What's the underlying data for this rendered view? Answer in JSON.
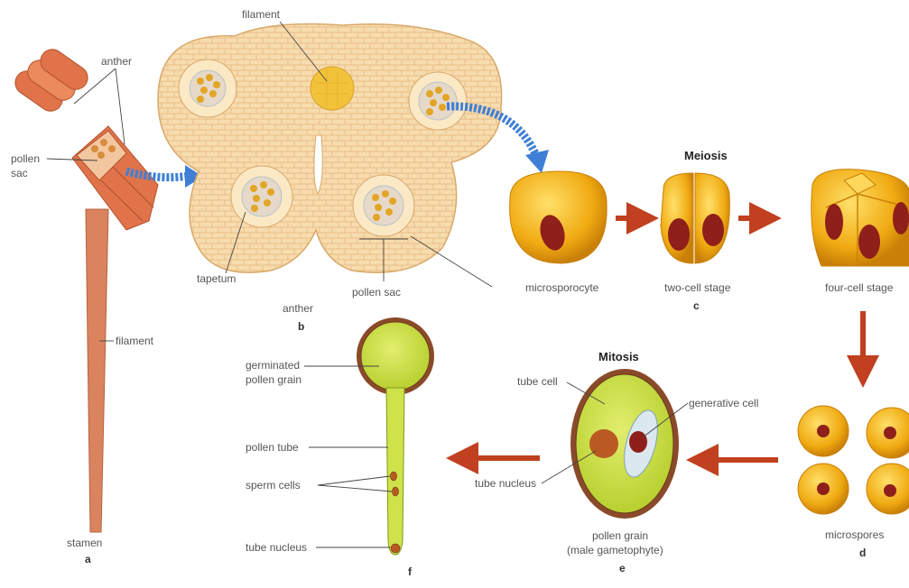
{
  "labels": {
    "anther_top": "anther",
    "pollen_sac_left": "pollen\nsac",
    "filament_stamen": "filament",
    "stamen": "stamen",
    "panel_a": "a",
    "filament_b": "filament",
    "tapetum": "tapetum",
    "pollen_sac_b": "pollen sac",
    "anther_b": "anther",
    "panel_b": "b",
    "meiosis": "Meiosis",
    "microsporocyte": "microsporocyte",
    "two_cell": "two-cell stage",
    "panel_c": "c",
    "four_cell": "four-cell stage",
    "microspores": "microspores",
    "panel_d": "d",
    "mitosis": "Mitosis",
    "tube_cell": "tube cell",
    "generative_cell": "generative cell",
    "tube_nucleus_e": "tube nucleus",
    "pollen_grain": "pollen grain",
    "male_gametophyte": "(male gametophyte)",
    "panel_e": "e",
    "germinated": "germinated\npollen grain",
    "pollen_tube": "pollen tube",
    "sperm_cells": "sperm cells",
    "tube_nucleus_f": "tube nucleus",
    "panel_f": "f"
  },
  "colors": {
    "stamen_orange": "#e0734a",
    "anther_tissue": "#f7dcae",
    "cell_yellow": "#f2b21c",
    "nucleus_red": "#8e1f1a",
    "arrow_red": "#c0401f",
    "arrow_blue": "#3f7fd6",
    "pollen_green": "#cfe24a"
  }
}
